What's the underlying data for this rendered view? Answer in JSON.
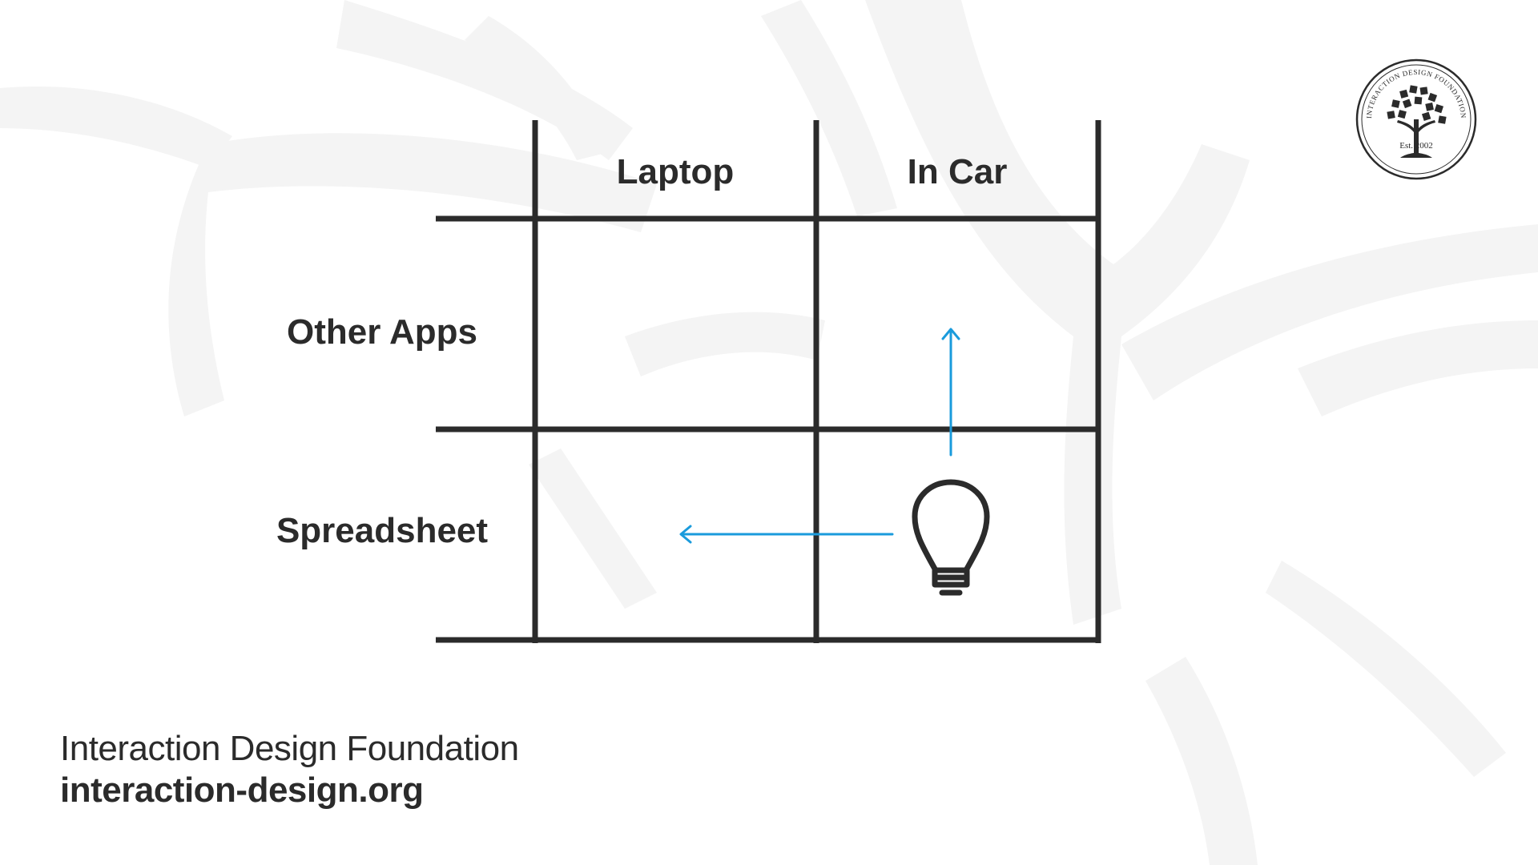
{
  "diagram": {
    "columns": [
      "Laptop",
      "In Car"
    ],
    "rows": [
      "Other Apps",
      "Spreadsheet"
    ]
  },
  "footer": {
    "organization": "Interaction Design Foundation",
    "url": "interaction-design.org"
  },
  "logo": {
    "ring_text": "INTERACTION DESIGN FOUNDATION",
    "established": "Est. 2002"
  },
  "icons": {
    "idea": "lightbulb-icon",
    "arrows": [
      "arrow-up-icon",
      "arrow-left-icon"
    ]
  },
  "colors": {
    "text": "#2b2b2b",
    "grid": "#2b2b2b",
    "arrow": "#1a9bdc",
    "watermark": "#f3f3f3"
  }
}
